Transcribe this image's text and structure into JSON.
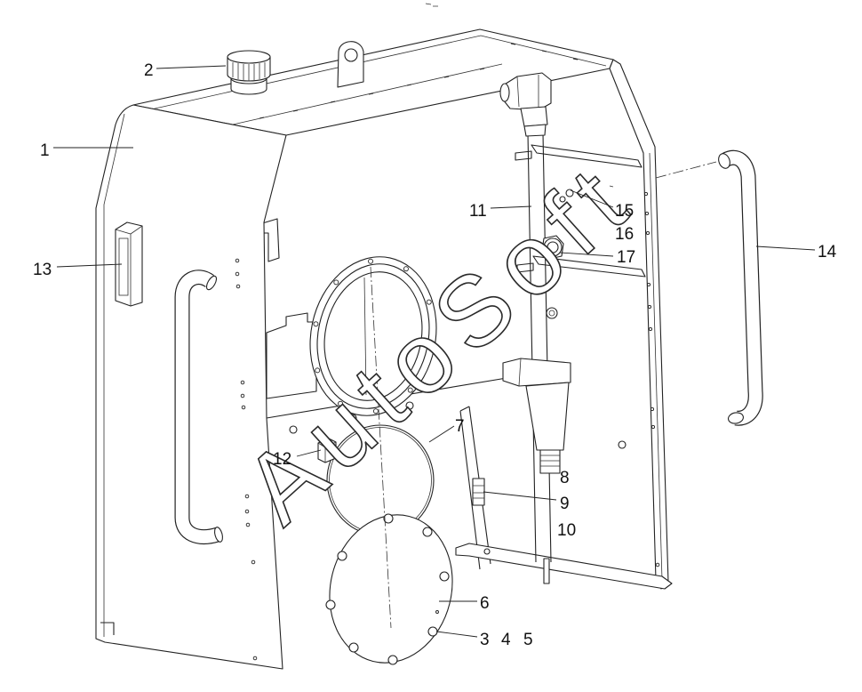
{
  "diagram": {
    "callouts": [
      "1",
      "2",
      "3",
      "4",
      "5",
      "6",
      "7",
      "8",
      "9",
      "10",
      "11",
      "12",
      "13",
      "14",
      "15",
      "16",
      "17"
    ],
    "watermark": "AutoSoft"
  },
  "colors": {
    "line": "#222222",
    "background": "#ffffff"
  }
}
